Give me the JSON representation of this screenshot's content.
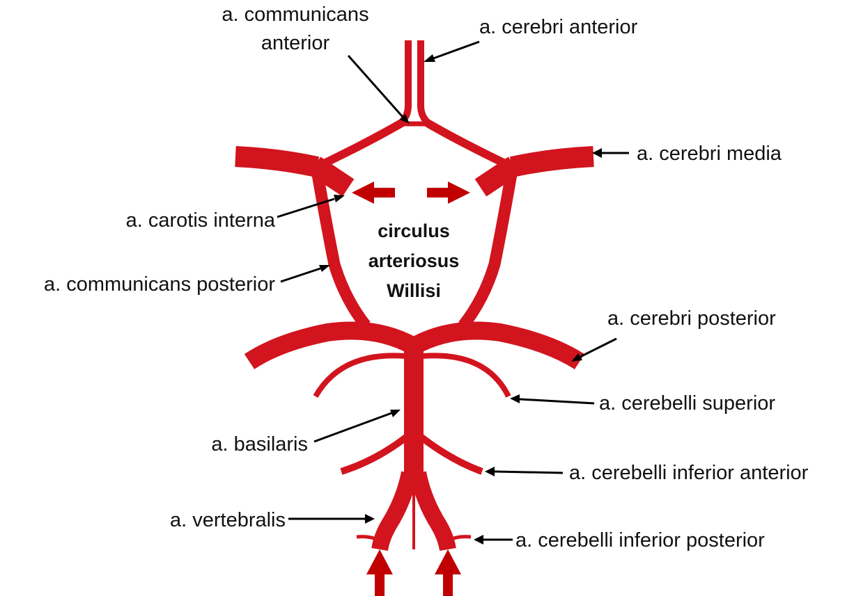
{
  "colors": {
    "vessel": "#d2141e",
    "flow_arrow": "#c00000",
    "pointer": "#000000",
    "text": "#111111",
    "background": "#ffffff"
  },
  "labels": {
    "comm_anterior_line1": "a. communicans",
    "comm_anterior_line2": "anterior",
    "cerebri_anterior": "a. cerebri anterior",
    "cerebri_media": "a. cerebri media",
    "carotis_interna": "a. carotis interna",
    "comm_posterior": "a. communicans posterior",
    "cerebri_posterior": "a. cerebri posterior",
    "cerebelli_superior": "a. cerebelli superior",
    "basilaris": "a. basilaris",
    "cerebelli_inferior_anterior": "a. cerebelli inferior anterior",
    "vertebralis": "a. vertebralis",
    "cerebelli_inferior_posterior": "a. cerebelli inferior posterior"
  },
  "center_title": {
    "line1": "circulus",
    "line2": "arteriosus",
    "line3": "Willisi"
  }
}
